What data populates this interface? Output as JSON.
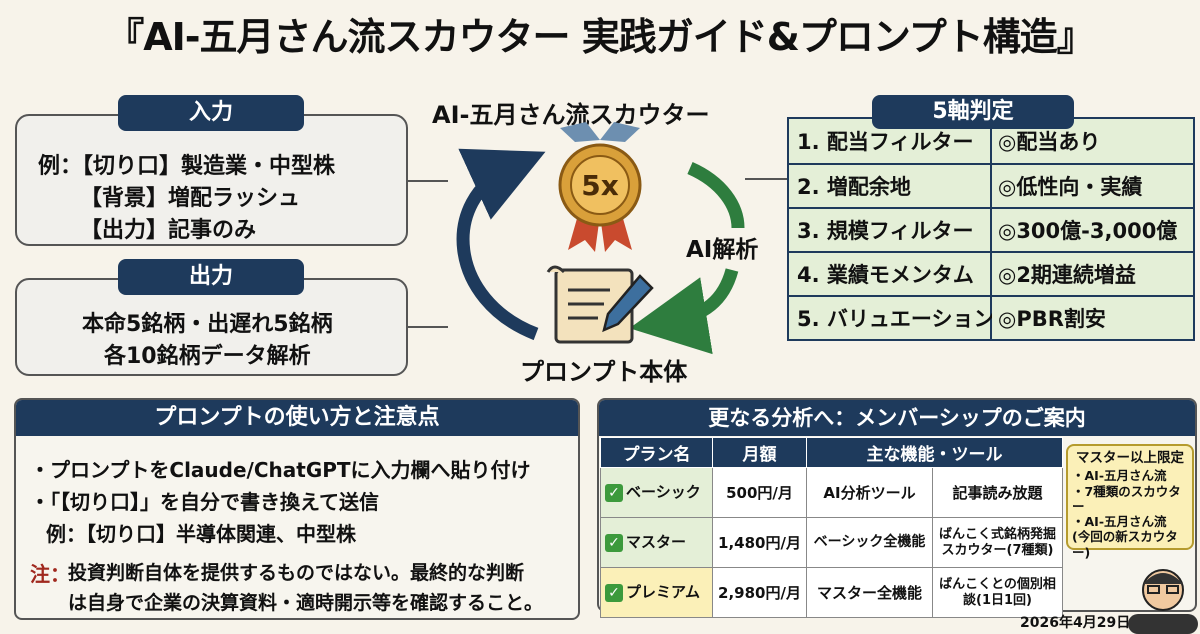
{
  "title": "『AI-五月さん流スカウター 実践ガイド&プロンプト構造』",
  "input": {
    "header": "入力",
    "lines": [
      "例：【切り口】製造業・中型株",
      "【背景】増配ラッシュ",
      "【出力】記事のみ"
    ]
  },
  "output": {
    "header": "出力",
    "lines": [
      "本命5銘柄・出遅れ5銘柄",
      "各10銘柄データ解析"
    ]
  },
  "center": {
    "top_label": "AI-五月さん流スカウター",
    "medal_text": "5x",
    "arrow_label": "AI解析",
    "bottom_label": "プロンプト本体"
  },
  "axes": {
    "header": "5軸判定",
    "rows": [
      {
        "name": "1. 配当フィルター",
        "value": "◎配当あり"
      },
      {
        "name": "2. 増配余地",
        "value": "◎低性向・実績"
      },
      {
        "name": "3. 規模フィルター",
        "value": "◎300億-3,000億"
      },
      {
        "name": "4. 業績モメンタム",
        "value": "◎2期連続増益"
      },
      {
        "name": "5. バリュエーション",
        "value": "◎PBR割安"
      }
    ]
  },
  "usage": {
    "header": "プロンプトの使い方と注意点",
    "bullet1": "・プロンプトをClaude/ChatGPTに入力欄へ貼り付け",
    "bullet2": "・「【切り口】」を自分で書き換えて送信",
    "example": "例：【切り口】半導体関連、中型株",
    "note_label": "注：",
    "note_line1": "投資判断自体を提供するものではない。最終的な判断",
    "note_line2": "は自身で企業の決算資料・適時開示等を確認すること。"
  },
  "membership": {
    "header": "更なる分析へ：メンバーシップのご案内",
    "columns": [
      "プラン名",
      "月額",
      "主な機能・ツール"
    ],
    "rows": [
      {
        "plan": "ベーシック",
        "price": "500円/月",
        "feature1": "AI分析ツール",
        "feature2": "記事読み放題",
        "plan_color": "#e4efd7"
      },
      {
        "plan": "マスター",
        "price": "1,480円/月",
        "feature1": "ベーシック全機能",
        "feature2": "ばんこく式銘柄発掘スカウター(7種類)",
        "plan_color": "#e4efd7"
      },
      {
        "plan": "プレミアム",
        "price": "2,980円/月",
        "feature1": "マスター全機能",
        "feature2": "ばんこくとの個別相談(1日1回)",
        "plan_color": "#fbf0b8"
      }
    ],
    "badge": {
      "title": "マスター以上限定",
      "items": [
        "・AI-五月さん流",
        "・7種類のスカウター",
        "・AI-五月さん流",
        "(今回の新スカウター)"
      ]
    }
  },
  "date": "2026年4月29日",
  "colors": {
    "navy": "#1e3a5c",
    "green_arrow": "#2e7d3e",
    "cell_green": "#e4efd7",
    "cell_yellow": "#fbf0b8"
  }
}
